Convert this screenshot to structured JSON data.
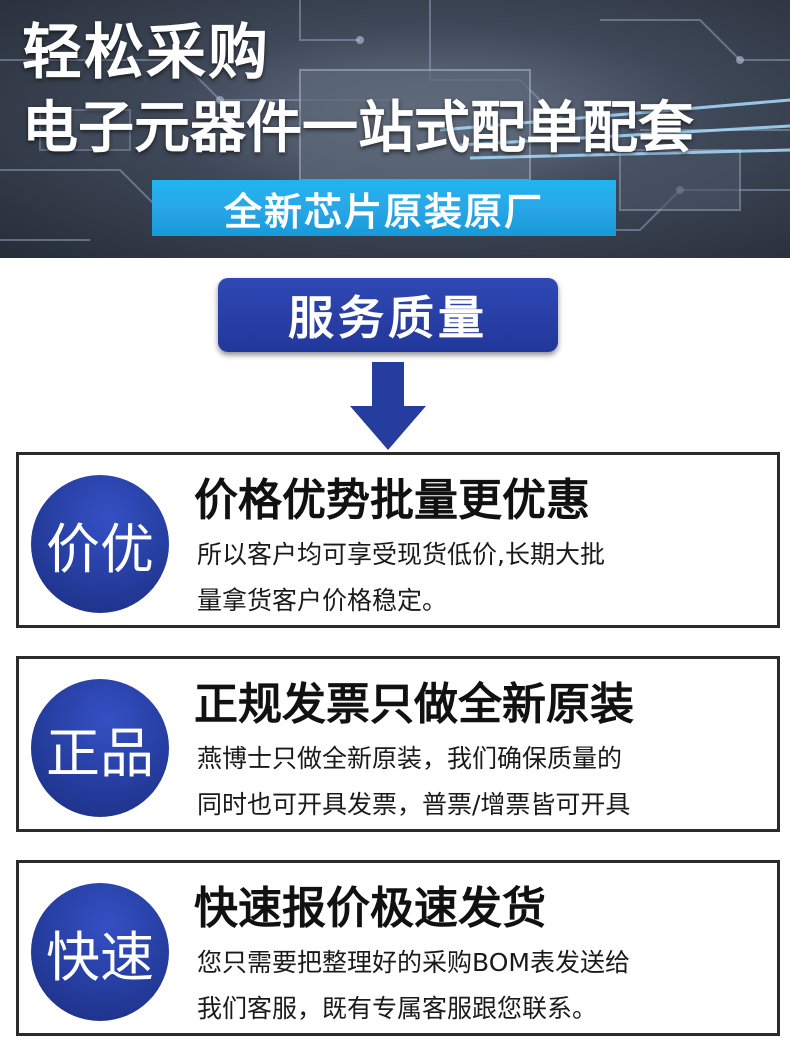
{
  "hero": {
    "title": "轻松采购",
    "subtitle": "电子元器件一站式配单配套",
    "badge": "全新芯片原装原厂"
  },
  "service": {
    "label": "服务质量"
  },
  "cards": [
    {
      "circle": "价优",
      "heading": "价格优势批量更优惠",
      "line1": "所以客户均可享受现货低价,长期大批",
      "line2": "量拿货客户价格稳定。"
    },
    {
      "circle": "正品",
      "heading": "正规发票只做全新原装",
      "line1": "燕博士只做全新原装，我们确保质量的",
      "line2": "同时也可开具发票，普票/增票皆可开具"
    },
    {
      "circle": "快速",
      "heading": "快速报价极速发货",
      "line1": "您只需要把整理好的采购BOM表发送给",
      "line2": "我们客服，既有专属客服跟您联系。"
    }
  ],
  "colors": {
    "navy": "#253d9e",
    "cyan": "#1fb5f0",
    "border": "#2b2b2b"
  }
}
